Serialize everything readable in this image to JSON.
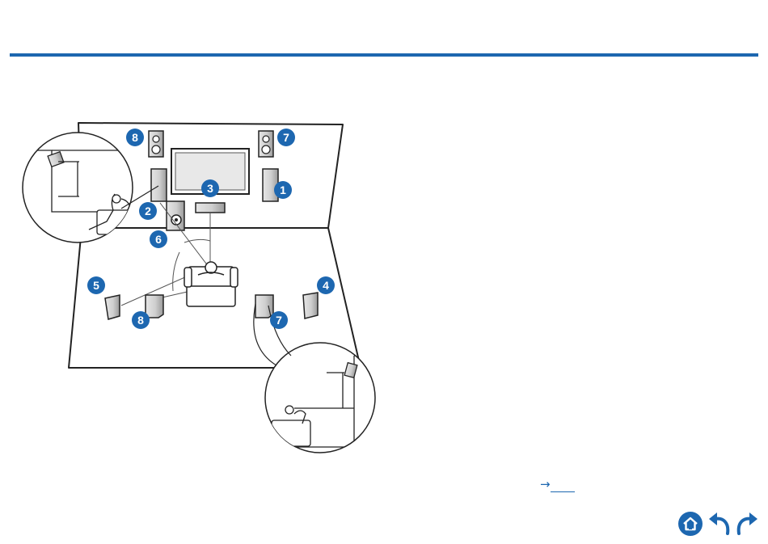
{
  "diagram": {
    "badges": {
      "front_left": "2",
      "center": "3",
      "front_right": "1",
      "surround_left": "5",
      "surround_right": "4",
      "subwoofer": "6",
      "height_front_left": "8",
      "height_front_right": "7",
      "height_rear_left": "8",
      "height_rear_right": "7"
    }
  },
  "reference_link": {
    "arrow": "→",
    "page": ""
  },
  "navigation": {
    "home": "home-icon",
    "back": "back-arrow-icon",
    "forward": "forward-arrow-icon"
  },
  "colors": {
    "accent": "#1d67b0",
    "line": "#222222",
    "speaker_fill": "#d9d9d9"
  }
}
